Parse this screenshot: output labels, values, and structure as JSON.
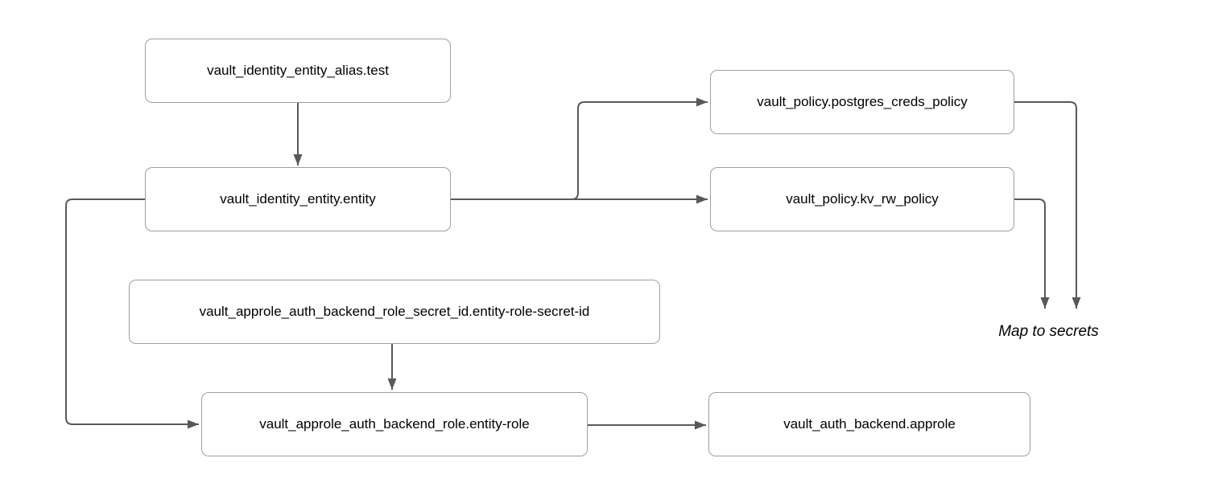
{
  "diagram": {
    "colors": {
      "background": "#ffffff",
      "connector": "#595959",
      "node_border": "#9e9e9e",
      "node_fill": "#ffffff",
      "text": "#000000"
    },
    "nodes": [
      {
        "id": "entity-alias",
        "label": "vault_identity_entity_alias.test"
      },
      {
        "id": "entity",
        "label": "vault_identity_entity.entity"
      },
      {
        "id": "policy-postgres",
        "label": "vault_policy.postgres_creds_policy"
      },
      {
        "id": "policy-kv",
        "label": "vault_policy.kv_rw_policy"
      },
      {
        "id": "role-secret-id",
        "label": "vault_approle_auth_backend_role_secret_id.entity-role-secret-id"
      },
      {
        "id": "role",
        "label": "vault_approle_auth_backend_role.entity-role"
      },
      {
        "id": "auth-backend",
        "label": "vault_auth_backend.approle"
      }
    ],
    "edges": [
      {
        "from": "vault_identity_entity_alias.test",
        "to": "vault_identity_entity.entity"
      },
      {
        "from": "vault_identity_entity.entity",
        "to": "vault_policy.postgres_creds_policy"
      },
      {
        "from": "vault_identity_entity.entity",
        "to": "vault_policy.kv_rw_policy"
      },
      {
        "from": "vault_identity_entity.entity",
        "to": "vault_approle_auth_backend_role.entity-role"
      },
      {
        "from": "vault_approle_auth_backend_role_secret_id.entity-role-secret-id",
        "to": "vault_approle_auth_backend_role.entity-role"
      },
      {
        "from": "vault_approle_auth_backend_role.entity-role",
        "to": "vault_auth_backend.approle"
      },
      {
        "from": "vault_policy.postgres_creds_policy",
        "to": "Map to secrets"
      },
      {
        "from": "vault_policy.kv_rw_policy",
        "to": "Map to secrets"
      }
    ],
    "annotations": [
      {
        "text": "Map to secrets"
      }
    ]
  }
}
